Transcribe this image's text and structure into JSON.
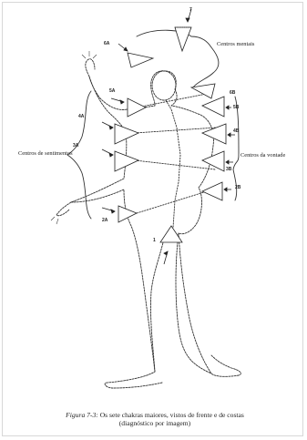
{
  "labels": {
    "mental": "Centros mentais",
    "feeling": "Centros de sentimentos",
    "will": "Centros da vontade"
  },
  "chakra_codes": {
    "c7": "7",
    "c6a": "6A",
    "c5a": "5A",
    "c4a": "4A",
    "c3a": "3A",
    "c2a": "2A",
    "c1": "1",
    "c6b": "6B",
    "c5b": "5B",
    "c4b": "4B",
    "c3b": "3B",
    "c2b": "2B"
  },
  "caption": {
    "lead": "Figura 7-3:",
    "text": " Os sete chakras maiores, vistos de frente e de costas",
    "line2": "(diagnóstico por imagem)"
  }
}
